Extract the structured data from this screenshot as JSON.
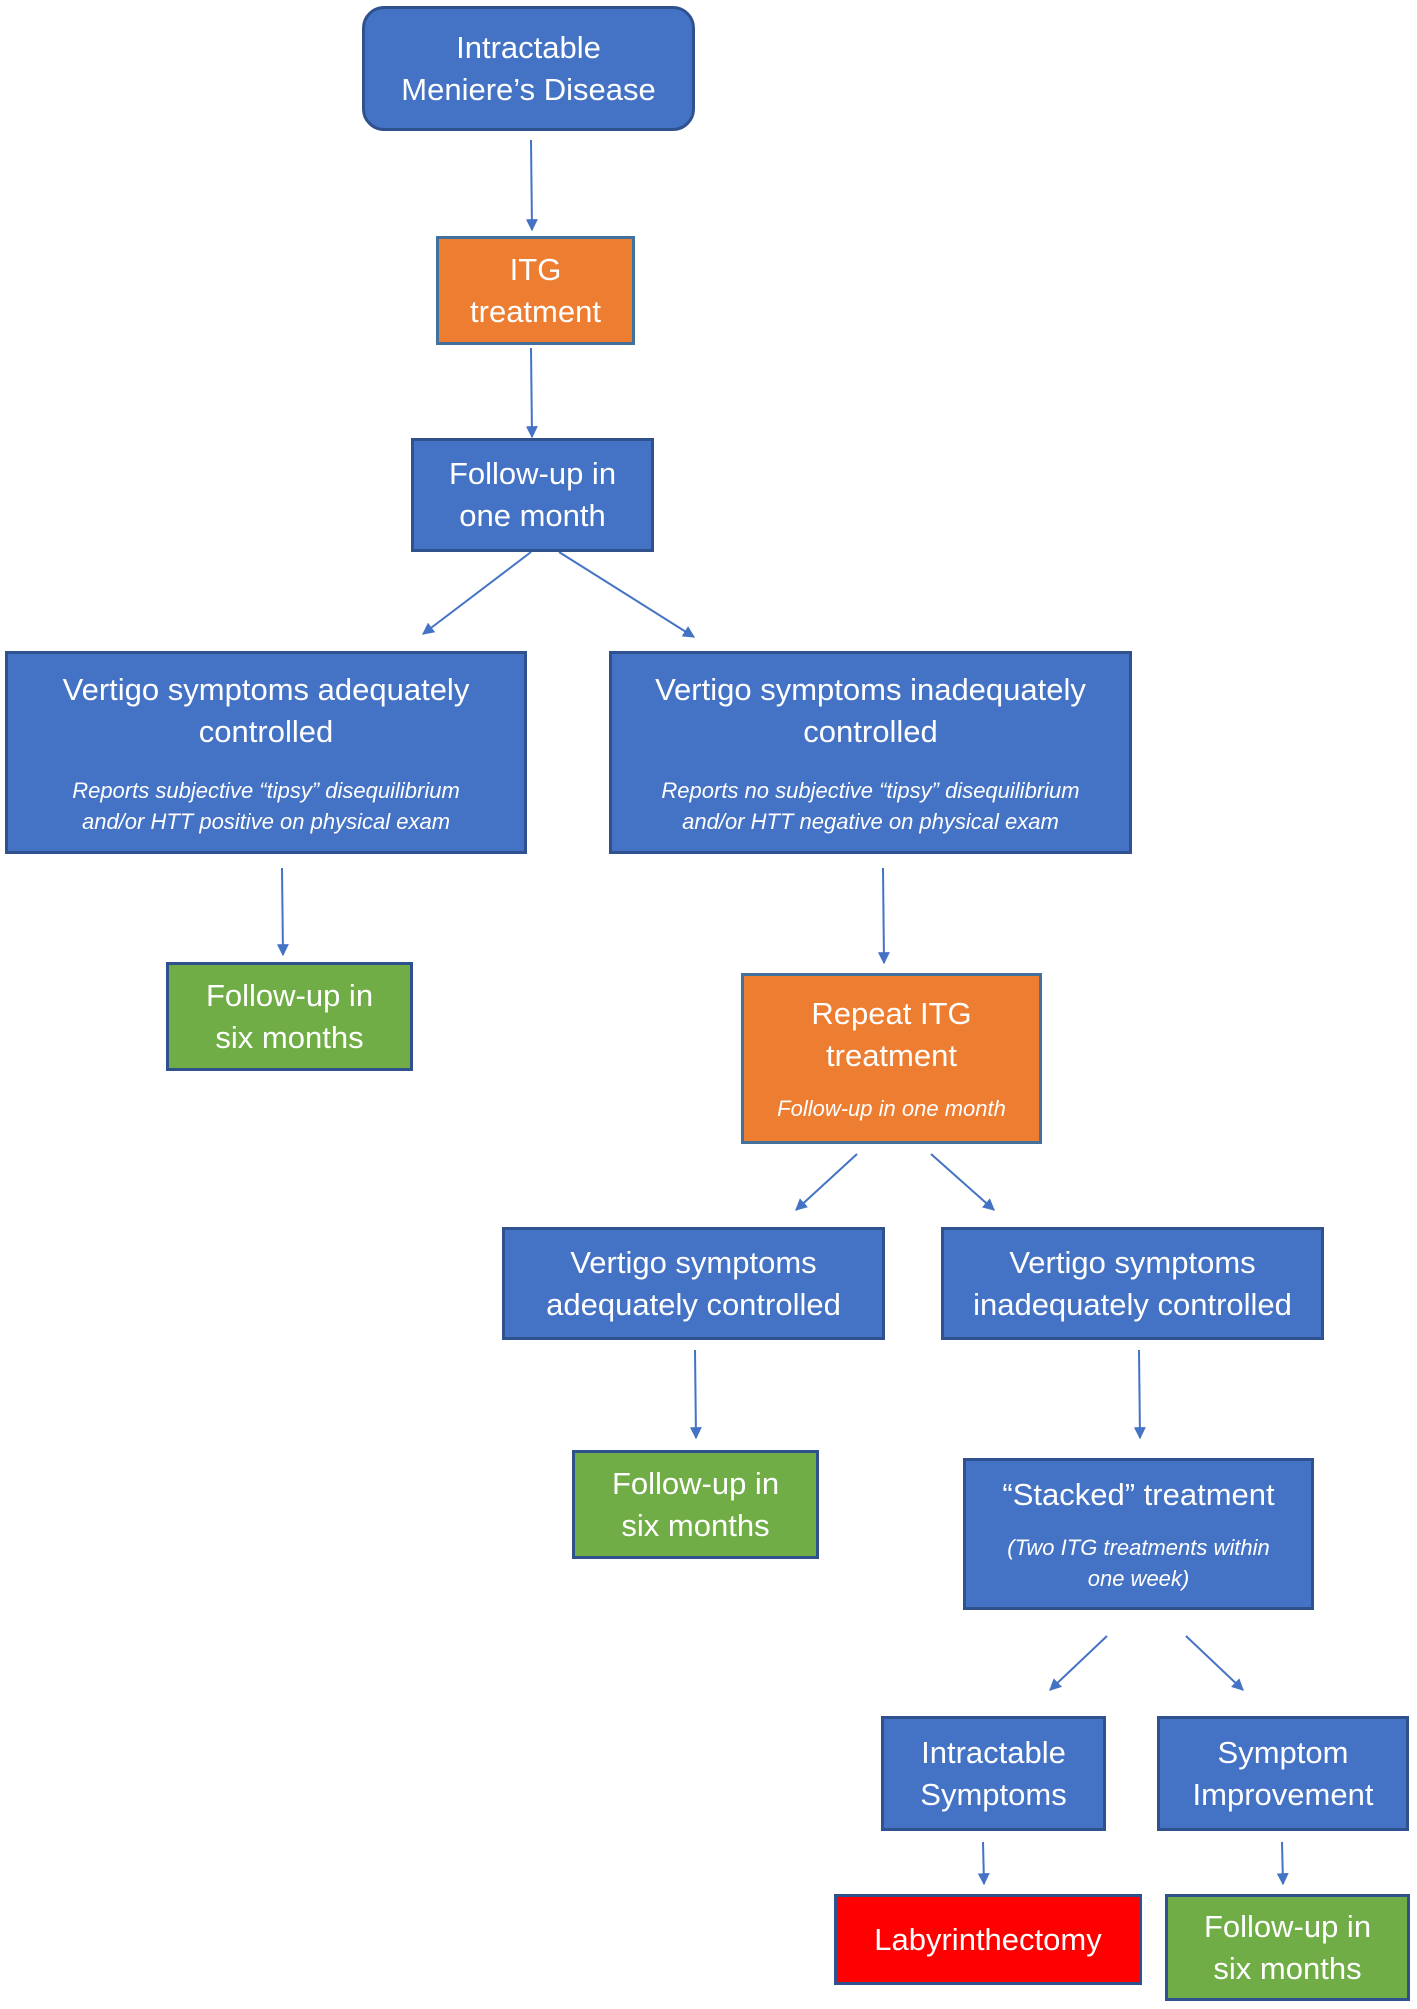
{
  "nodes": {
    "start": {
      "title": "Intractable\nMeniere’s Disease"
    },
    "itg_treatment": {
      "title": "ITG\ntreatment"
    },
    "followup_one_month": {
      "title": "Follow-up in\none month"
    },
    "adequate_1": {
      "title": "Vertigo symptoms adequately\ncontrolled",
      "note": "Reports subjective “tipsy” disequilibrium\nand/or HTT positive on physical exam"
    },
    "inadequate_1": {
      "title": "Vertigo symptoms inadequately\ncontrolled",
      "note": "Reports no subjective “tipsy” disequilibrium\nand/or HTT negative on physical exam"
    },
    "followup_six_months_1": {
      "title": "Follow-up in\nsix months"
    },
    "repeat_itg": {
      "title": "Repeat ITG\ntreatment",
      "note": "Follow-up in one month"
    },
    "adequate_2": {
      "title": "Vertigo symptoms\nadequately controlled"
    },
    "inadequate_2": {
      "title": "Vertigo symptoms\ninadequately controlled"
    },
    "followup_six_months_2": {
      "title": "Follow-up in\nsix months"
    },
    "stacked": {
      "title": "“Stacked” treatment",
      "note": "(Two ITG treatments within\none week)"
    },
    "intractable_symptoms": {
      "title": "Intractable\nSymptoms"
    },
    "symptom_improvement": {
      "title": "Symptom\nImprovement"
    },
    "labyrinthectomy": {
      "title": "Labyrinthectomy"
    },
    "followup_six_months_3": {
      "title": "Follow-up in\nsix months"
    }
  },
  "colors": {
    "process_blue": "#4472c4",
    "treatment_orange": "#ed7d31",
    "followup_green": "#70ad47",
    "surgery_red": "#ff0000",
    "arrow": "#4472c4"
  }
}
